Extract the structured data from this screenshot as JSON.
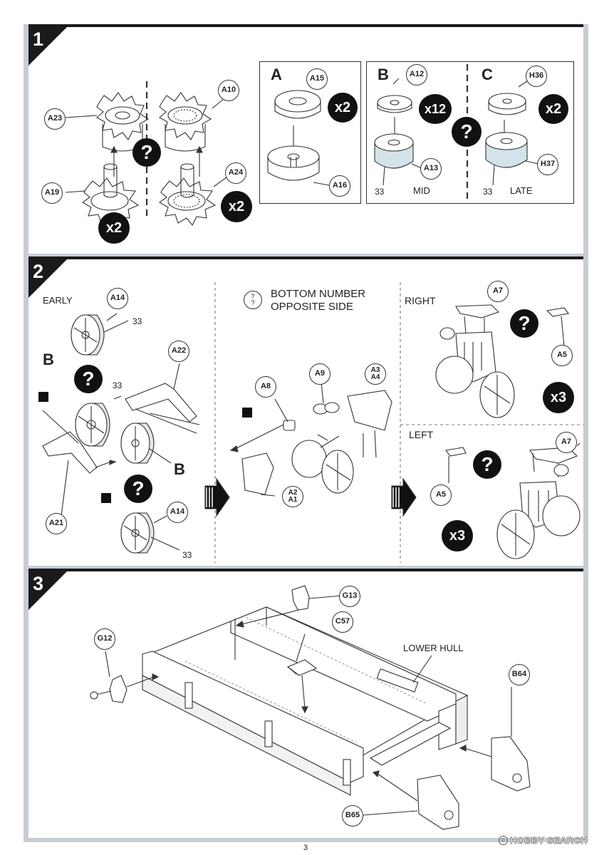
{
  "page": {
    "number": "3"
  },
  "watermark": {
    "text": "HOBBY SEARCH",
    "icon": "copyright-icon"
  },
  "step1": {
    "number": "1",
    "sprocket": {
      "a23": "A23",
      "a19": "A19",
      "a10": "A10",
      "a24": "A24",
      "x2_left": "x2",
      "x2_right": "x2",
      "question": "?"
    },
    "panel_a": {
      "letter": "A",
      "a15": "A15",
      "a16": "A16",
      "mult": "x2"
    },
    "panel_b": {
      "letter": "B",
      "a12": "A12",
      "a13": "A13",
      "mult": "x12",
      "num": "33",
      "label": "MID"
    },
    "panel_c": {
      "letter": "C",
      "h36": "H36",
      "h37": "H37",
      "mult": "x2",
      "num": "33",
      "label": "LATE"
    },
    "question": "?"
  },
  "step2": {
    "number": "2",
    "left": {
      "early": "EARLY",
      "a14_top": "A14",
      "n33_top": "33",
      "b_top": "B",
      "question_a": "?",
      "n33_mid": "33",
      "a22": "A22",
      "b_right": "B",
      "a21": "A21",
      "question_b": "?",
      "a14_bottom": "A14",
      "n33_bottom": "33"
    },
    "middle": {
      "note_q1": "?",
      "note_q2": "?",
      "note_line1": "BOTTOM NUMBER",
      "note_line2": "OPPOSITE SIDE",
      "a8": "A8",
      "a9": "A9",
      "a3": "A3",
      "a4": "A4",
      "a2": "A2",
      "a1": "A1"
    },
    "right": {
      "right_label": "RIGHT",
      "a7_top": "A7",
      "a5_top": "A5",
      "question_top": "?",
      "mult_top": "x3",
      "left_label": "LEFT",
      "a7_bottom": "A7",
      "a5_bottom": "A5",
      "question_bottom": "?",
      "mult_bottom": "x3"
    }
  },
  "step3": {
    "number": "3",
    "g13": "G13",
    "g12": "G12",
    "c57": "C57",
    "lower_hull": "LOWER HULL",
    "b64": "B64",
    "b65": "B65"
  }
}
